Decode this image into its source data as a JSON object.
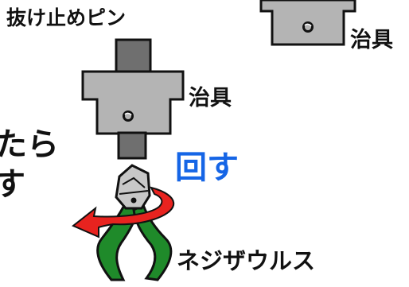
{
  "labels": {
    "pin": "抜け止めピン",
    "jig_top": "治具",
    "jig_middle": "治具",
    "rotate": "回す",
    "pliers": "ネジザウルス",
    "cut_text_line1": "たら",
    "cut_text_line2": "す"
  },
  "colors": {
    "jig_fill": "#b4b4b4",
    "pin_fill": "#6f6f6f",
    "outline": "#111111",
    "rotate_text": "#1565e6",
    "arrow_red": "#e8231f",
    "handle_green": "#1f8a2a",
    "jaw_gray": "#c8c8c8"
  },
  "icons": {
    "arrow": "curved-rotation-arrow",
    "tool": "pliers-icon"
  }
}
